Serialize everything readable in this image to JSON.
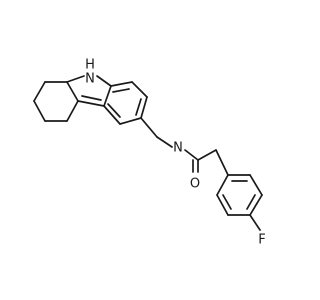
{
  "molecule": {
    "atoms": {
      "NH": "N",
      "H": "H",
      "N": "N",
      "O": "O",
      "F": "F"
    },
    "colors": {
      "bond": "#1a1a1a",
      "label": "#1a1a1a",
      "background": "#ffffff"
    }
  }
}
